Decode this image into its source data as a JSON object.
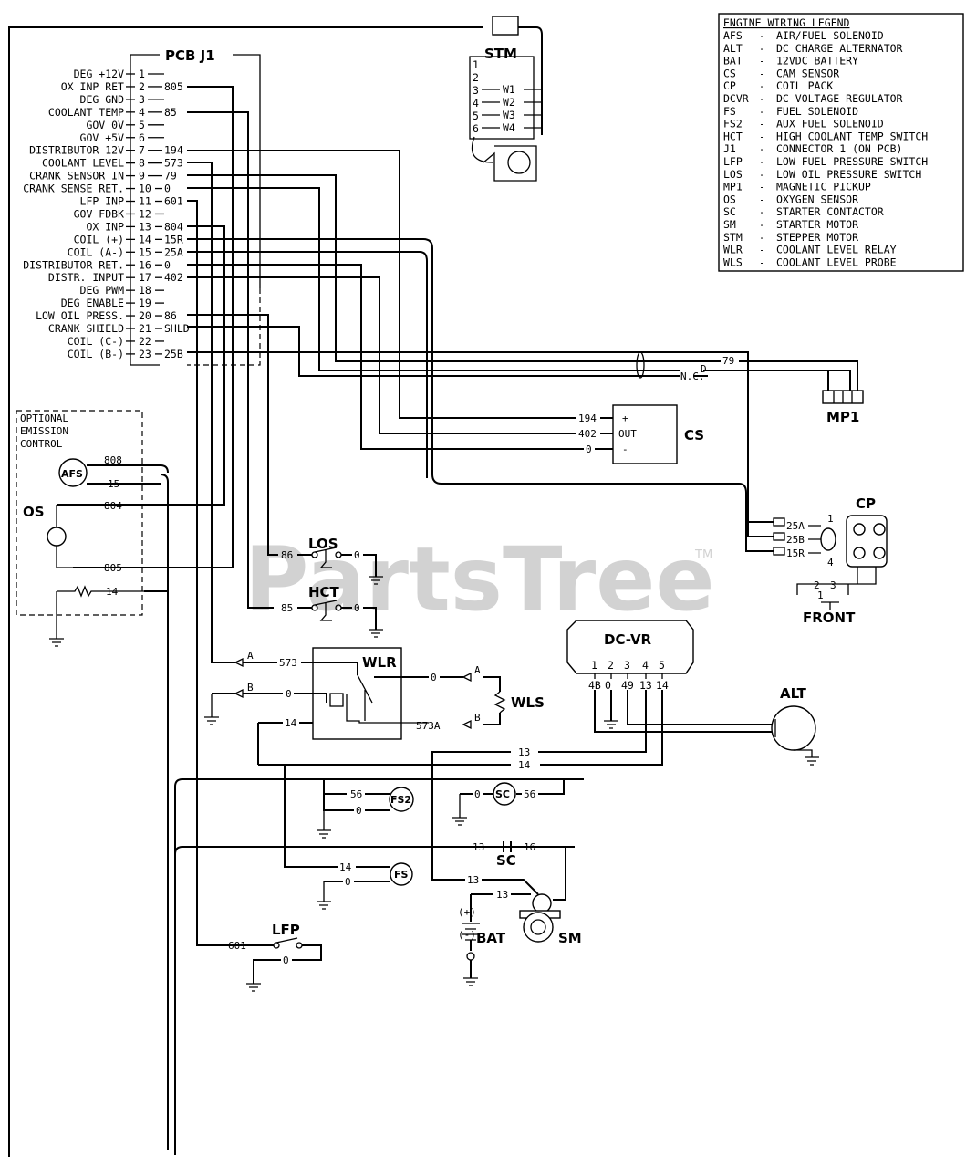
{
  "pcb_title": "PCB J1",
  "j1_pins": [
    {
      "num": "1",
      "label": "DEG +12V",
      "wire": ""
    },
    {
      "num": "2",
      "label": "OX INP RET",
      "wire": "805"
    },
    {
      "num": "3",
      "label": "DEG GND",
      "wire": ""
    },
    {
      "num": "4",
      "label": "COOLANT TEMP",
      "wire": "85"
    },
    {
      "num": "5",
      "label": "GOV 0V",
      "wire": ""
    },
    {
      "num": "6",
      "label": "GOV +5V",
      "wire": ""
    },
    {
      "num": "7",
      "label": "DISTRIBUTOR 12V",
      "wire": "194"
    },
    {
      "num": "8",
      "label": "COOLANT LEVEL",
      "wire": "573"
    },
    {
      "num": "9",
      "label": "CRANK SENSOR IN",
      "wire": "79"
    },
    {
      "num": "10",
      "label": "CRANK SENSE RET.",
      "wire": "0"
    },
    {
      "num": "11",
      "label": "LFP INP",
      "wire": "601"
    },
    {
      "num": "12",
      "label": "GOV FDBK",
      "wire": ""
    },
    {
      "num": "13",
      "label": "OX INP",
      "wire": "804"
    },
    {
      "num": "14",
      "label": "COIL (+)",
      "wire": "15R"
    },
    {
      "num": "15",
      "label": "COIL (A-)",
      "wire": "25A"
    },
    {
      "num": "16",
      "label": "DISTRIBUTOR RET.",
      "wire": "0"
    },
    {
      "num": "17",
      "label": "DISTR. INPUT",
      "wire": "402"
    },
    {
      "num": "18",
      "label": "DEG PWM",
      "wire": ""
    },
    {
      "num": "19",
      "label": "DEG ENABLE",
      "wire": ""
    },
    {
      "num": "20",
      "label": "LOW OIL PRESS.",
      "wire": "86"
    },
    {
      "num": "21",
      "label": "CRANK SHIELD",
      "wire": "SHLD"
    },
    {
      "num": "22",
      "label": "COIL (C-)",
      "wire": ""
    },
    {
      "num": "23",
      "label": "COIL (B-)",
      "wire": "25B"
    }
  ],
  "legend": {
    "title": "ENGINE WIRING LEGEND",
    "entries": [
      {
        "abbr": "AFS",
        "desc": "AIR/FUEL SOLENOID"
      },
      {
        "abbr": "ALT",
        "desc": "DC CHARGE ALTERNATOR"
      },
      {
        "abbr": "BAT",
        "desc": "12VDC BATTERY"
      },
      {
        "abbr": "CS",
        "desc": "CAM SENSOR"
      },
      {
        "abbr": "CP",
        "desc": "COIL PACK"
      },
      {
        "abbr": "DCVR",
        "desc": "DC VOLTAGE REGULATOR"
      },
      {
        "abbr": "FS",
        "desc": "FUEL SOLENOID"
      },
      {
        "abbr": "FS2",
        "desc": "AUX FUEL SOLENOID"
      },
      {
        "abbr": "HCT",
        "desc": "HIGH COOLANT TEMP SWITCH"
      },
      {
        "abbr": "J1",
        "desc": "CONNECTOR 1 (ON PCB)"
      },
      {
        "abbr": "LFP",
        "desc": "LOW FUEL PRESSURE SWITCH"
      },
      {
        "abbr": "LOS",
        "desc": "LOW OIL PRESSURE SWITCH"
      },
      {
        "abbr": "MP1",
        "desc": "MAGNETIC PICKUP"
      },
      {
        "abbr": "OS",
        "desc": "OXYGEN SENSOR"
      },
      {
        "abbr": "SC",
        "desc": "STARTER CONTACTOR"
      },
      {
        "abbr": "SM",
        "desc": "STARTER MOTOR"
      },
      {
        "abbr": "STM",
        "desc": "STEPPER MOTOR"
      },
      {
        "abbr": "WLR",
        "desc": "COOLANT LEVEL RELAY"
      },
      {
        "abbr": "WLS",
        "desc": "COOLANT LEVEL PROBE"
      }
    ]
  },
  "stm": {
    "title": "STM",
    "pins": [
      "1",
      "2",
      "3",
      "4",
      "5",
      "6"
    ],
    "windings": [
      "W1",
      "W2",
      "W3",
      "W4"
    ]
  },
  "emission": {
    "line1": "OPTIONAL",
    "line2": "EMISSION",
    "line3": "CONTROL",
    "afs": "AFS",
    "os": "OS",
    "w808": "808",
    "w15": "15",
    "w804": "804",
    "w805": "805",
    "w14": "14"
  },
  "cs": {
    "title": "CS",
    "plus": "+",
    "out": "OUT",
    "minus": "-",
    "w194": "194",
    "w402": "402",
    "w0": "0"
  },
  "mp1": {
    "title": "MP1",
    "w79": "79",
    "nc": "N.C.",
    "d": "D"
  },
  "cp": {
    "title": "CP",
    "w25a": "25A",
    "w25b": "25B",
    "w15r": "15R",
    "n1": "1",
    "n4": "4",
    "n2": "2",
    "n3": "3",
    "n1b": "1",
    "front": "FRONT"
  },
  "los": {
    "title": "LOS",
    "w86": "86",
    "w0": "0"
  },
  "hct": {
    "title": "HCT",
    "w85": "85",
    "w0": "0"
  },
  "wlr": {
    "title": "WLR",
    "a": "A",
    "b": "B",
    "w573": "573",
    "w0a": "0",
    "w0b": "0",
    "w14": "14",
    "w573a": "573A",
    "a2": "A",
    "b2": "B"
  },
  "wls": {
    "title": "WLS"
  },
  "dcvr": {
    "title": "DC-VR",
    "pins": [
      "1",
      "2",
      "3",
      "4",
      "5"
    ],
    "wires": [
      "4B",
      "0",
      "49",
      "13",
      "14"
    ]
  },
  "alt": {
    "title": "ALT"
  },
  "bus": {
    "w13": "13",
    "w14": "14"
  },
  "fs2": {
    "title": "FS2",
    "w56": "56",
    "w0": "0"
  },
  "sc_top": {
    "title": "SC",
    "w0": "0",
    "w56": "56"
  },
  "sc": {
    "title": "SC",
    "w13": "13",
    "w16": "16"
  },
  "fs": {
    "title": "FS",
    "w14": "14",
    "w0": "0"
  },
  "sm": {
    "title": "SM",
    "w13a": "13",
    "w13b": "13"
  },
  "bat": {
    "title": "BAT",
    "plus": "(+)",
    "minus": "(-)"
  },
  "lfp": {
    "title": "LFP",
    "w601": "601",
    "w0": "0"
  },
  "watermark": {
    "text": "PartsTree",
    "tm": "TM"
  }
}
